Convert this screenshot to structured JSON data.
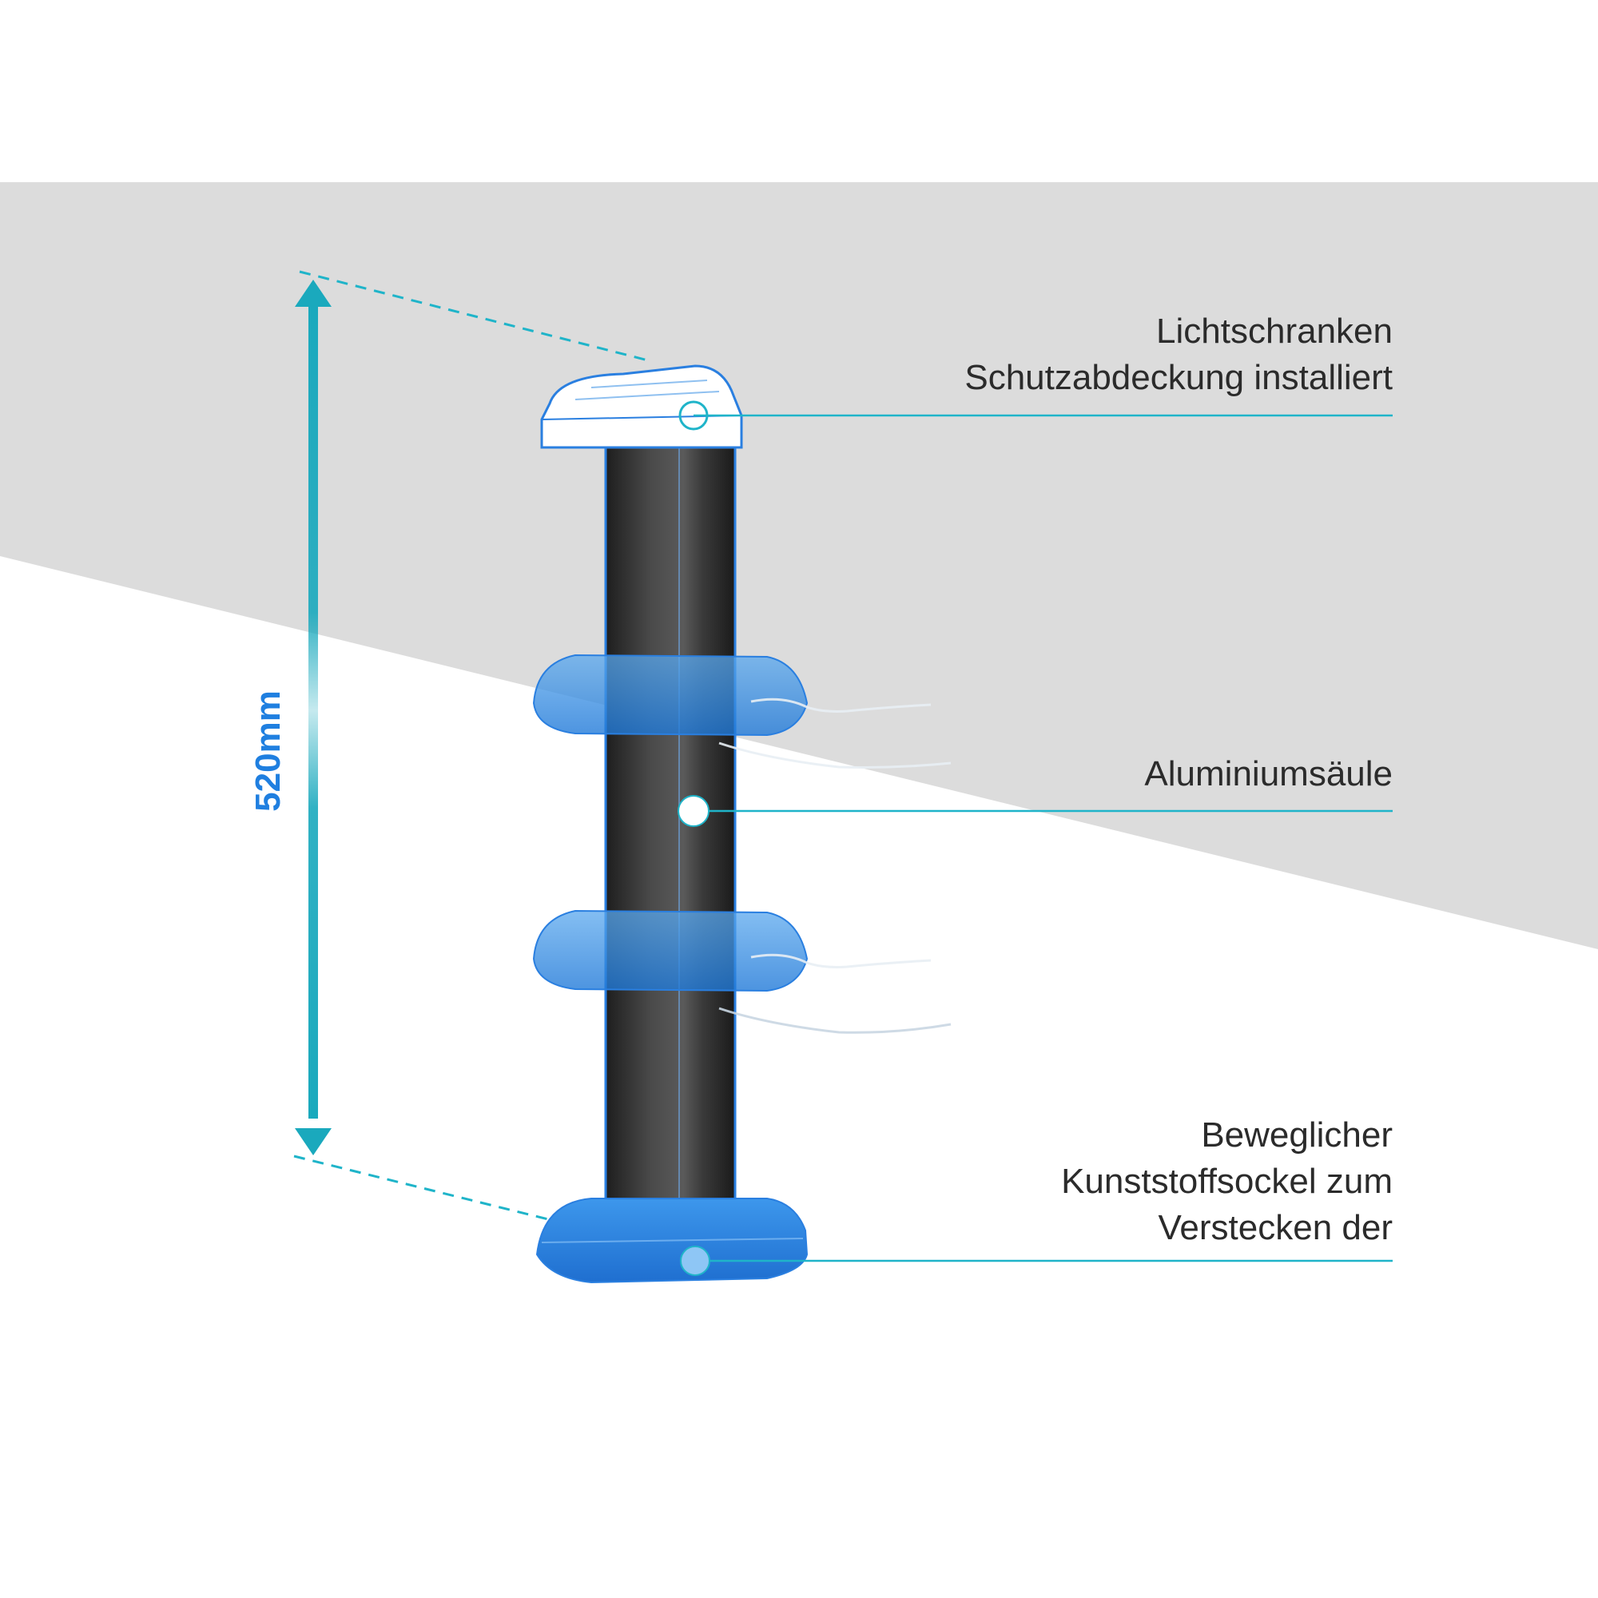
{
  "dimension": {
    "label": "520mm"
  },
  "callouts": {
    "top": {
      "lines": [
        "Lichtschranken",
        "Schutzabdeckung installiert"
      ]
    },
    "middle": {
      "lines": [
        "Aluminiumsäule"
      ]
    },
    "bottom": {
      "lines": [
        "Beweglicher",
        "Kunststoffsockel zum",
        "Verstecken der"
      ]
    }
  },
  "colors": {
    "background_band": "#dcdcdc",
    "accent_line": "#1fb4c9",
    "dimension_text": "#1f7fe0",
    "column": "#2c2c2c",
    "base_blue": "#2f8ee8",
    "text": "#2b2b2b"
  }
}
